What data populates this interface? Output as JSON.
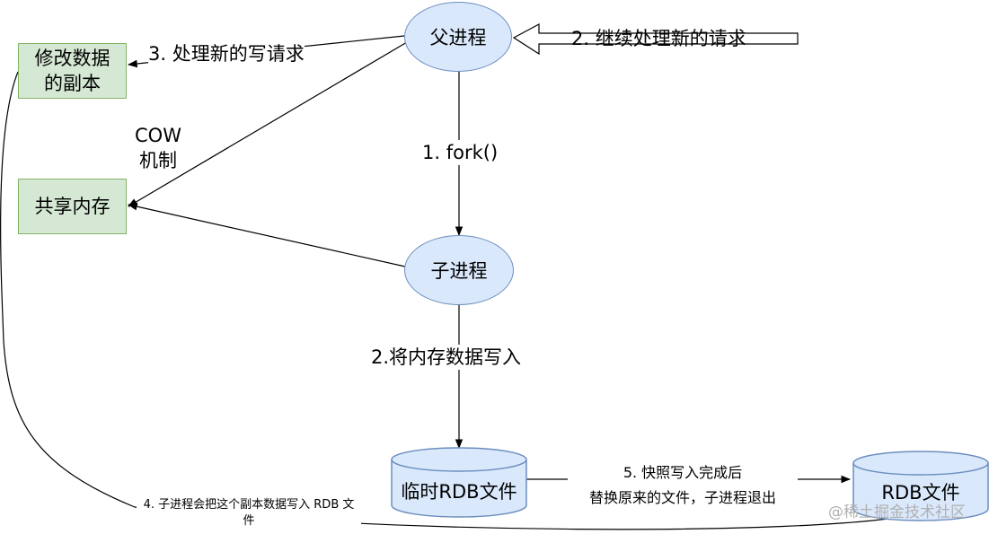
{
  "nodes": {
    "parent_process": "父进程",
    "child_process": "子进程",
    "modify_copy_line1": "修改数据",
    "modify_copy_line2": "的副本",
    "shared_memory": "共享内存",
    "temp_rdb_file": "临时RDB文件",
    "rdb_file": "RDB文件"
  },
  "labels": {
    "continue_requests": "2. 继续处理新的请求",
    "fork": "1. fork()",
    "handle_write_requests": "3. 处理新的写请求",
    "cow_line1": "COW",
    "cow_line2": "机制",
    "write_memory_data": "2.将内存数据写入",
    "write_copy_to_rdb_line1": "4. 子进程会把这个副本数据写入 RDB 文",
    "write_copy_to_rdb_line2": "件",
    "snapshot_done_line1": "5. 快照写入完成后",
    "snapshot_done_line2": "替换原来的文件，子进程退出"
  },
  "watermark": "@稀土掘金技术社区",
  "colors": {
    "green_fill": "#d5e8d4",
    "green_border": "#82b366",
    "blue_fill": "#dae8fc",
    "blue_border": "#6c8ebf",
    "line": "#000000"
  }
}
